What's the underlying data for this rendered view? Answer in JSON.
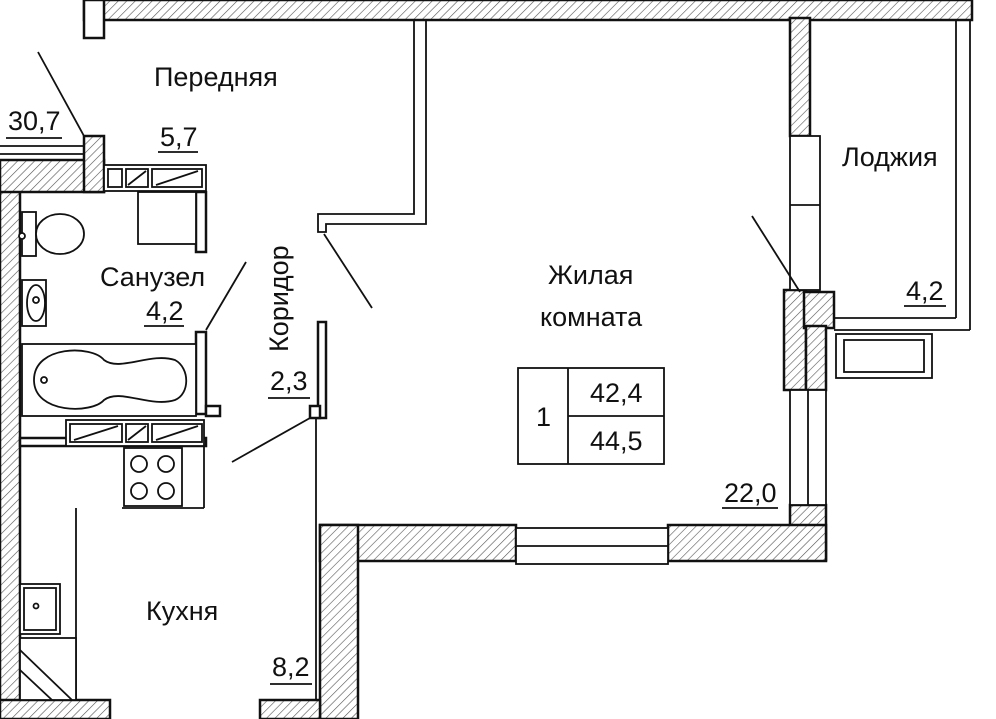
{
  "rooms": {
    "hall": {
      "name": "Передняя",
      "area": "5,7"
    },
    "bathroom": {
      "name": "Санузел",
      "area": "4,2"
    },
    "corridor": {
      "name": "Коридор",
      "area": "2,3"
    },
    "living": {
      "name_line1": "Жилая",
      "name_line2": "комната",
      "area": "22,0"
    },
    "loggia": {
      "name": "Лоджия",
      "area": "4,2"
    },
    "kitchen": {
      "name": "Кухня",
      "area": "8,2"
    },
    "outside": {
      "area": "30,7"
    }
  },
  "summary": {
    "rooms_count": "1",
    "living_area": "42,4",
    "total_area": "44,5"
  }
}
